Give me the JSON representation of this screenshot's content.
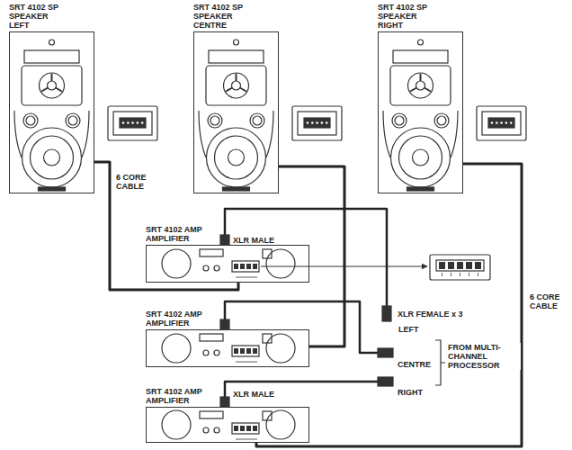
{
  "diagram": {
    "nodes": [
      {
        "text": [
          "SRT 4102 SP SPEAKER LEFT"
        ]
      },
      {
        "text": [
          "SRT 4102 SP SPEAKER CENTRE"
        ]
      },
      {
        "text": [
          "SRT 4102 SP SPEAKER RIGHT"
        ]
      },
      {
        "text": [
          "SRT 4102 AMP AMPLIFIER"
        ]
      },
      {
        "text": [
          "SRT 4102 AMP AMPLIFIER"
        ]
      },
      {
        "text": [
          "SRT 4102 AMP AMPLIFIER"
        ]
      }
    ],
    "edges": [
      {
        "from": 0,
        "to": 3,
        "arrow": "none"
      },
      {
        "from": 1,
        "to": 4,
        "arrow": "none"
      },
      {
        "from": 2,
        "to": 5,
        "arrow": "none"
      }
    ],
    "labels": [
      "6 CORE CABLE",
      "XLR MALE",
      "XLR MALE",
      "XLR FEMALE x 3",
      "LEFT",
      "CENTRE",
      "RIGHT",
      "FROM MULTI-CHANNEL PROCESSOR",
      "6 CORE CABLE"
    ]
  }
}
